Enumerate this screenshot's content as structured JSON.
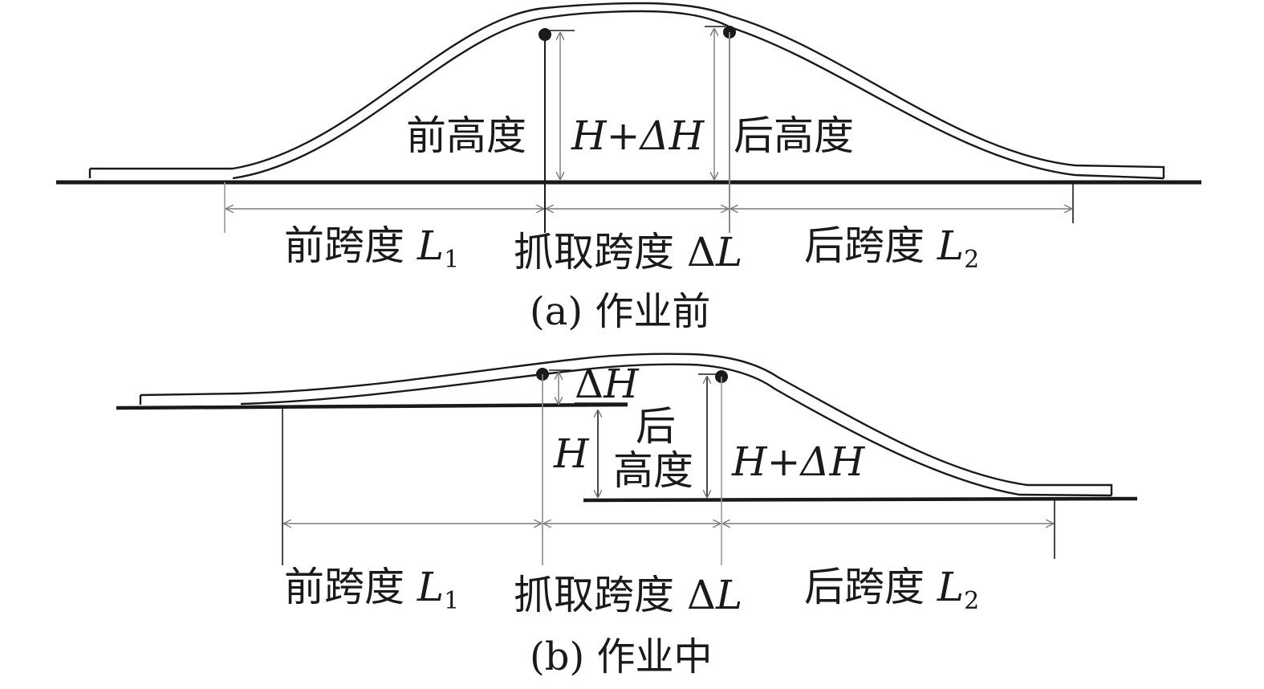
{
  "panel_a": {
    "caption": "(a) 作业前",
    "front_height": "前高度",
    "rear_height": "后高度",
    "h_plus_dh": {
      "h": "H",
      "rest": "+ΔH"
    },
    "front_span": {
      "text": "前跨度 ",
      "var": "L",
      "sub": "1"
    },
    "grab_span": {
      "text": "抓取跨度 Δ",
      "var": "L"
    },
    "rear_span": {
      "text": "后跨度 ",
      "var": "L",
      "sub": "2"
    }
  },
  "panel_b": {
    "caption": "(b) 作业中",
    "delta_h": {
      "delta": "Δ",
      "h": "H"
    },
    "h": "H",
    "rear_height_line1": "后",
    "rear_height_line2": "高度",
    "h_plus_dh": {
      "h": "H",
      "rest": "+ΔH"
    },
    "front_span": {
      "text": "前跨度 ",
      "var": "L",
      "sub": "1"
    },
    "grab_span": {
      "text": "抓取跨度 Δ",
      "var": "L"
    },
    "rear_span": {
      "text": "后跨度 ",
      "var": "L",
      "sub": "2"
    }
  }
}
